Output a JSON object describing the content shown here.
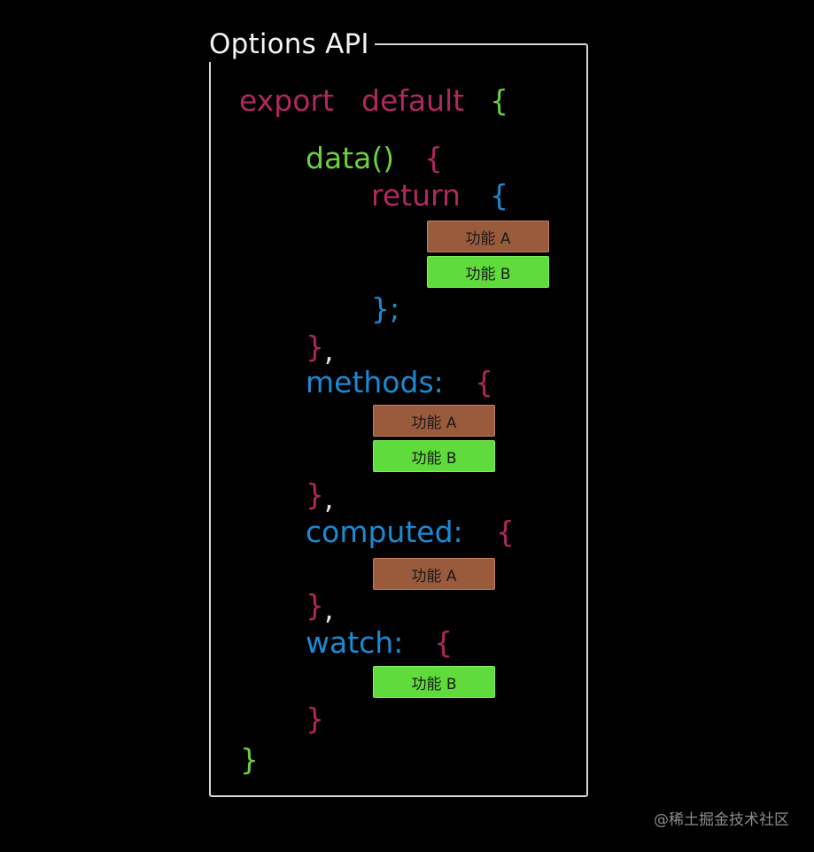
{
  "title": "Options API",
  "code": {
    "export_kw": "export",
    "default_kw": "default",
    "open_brace": "{",
    "close_brace": "}",
    "data_fn": "data()",
    "return_kw": "return",
    "return_close": "};",
    "close_comma_brace": "}",
    "comma": ",",
    "methods_key": "methods:",
    "computed_key": "computed:",
    "watch_key": "watch:"
  },
  "blocks": {
    "feature_a": "功能 A",
    "feature_b": "功能 B"
  },
  "colors": {
    "keyword": "#b0285e",
    "function": "#6ecf3d",
    "property": "#1a8ad4",
    "feature_a": "#9a5b3c",
    "feature_b": "#5fdb3b"
  },
  "watermark": "@稀土掘金技术社区"
}
